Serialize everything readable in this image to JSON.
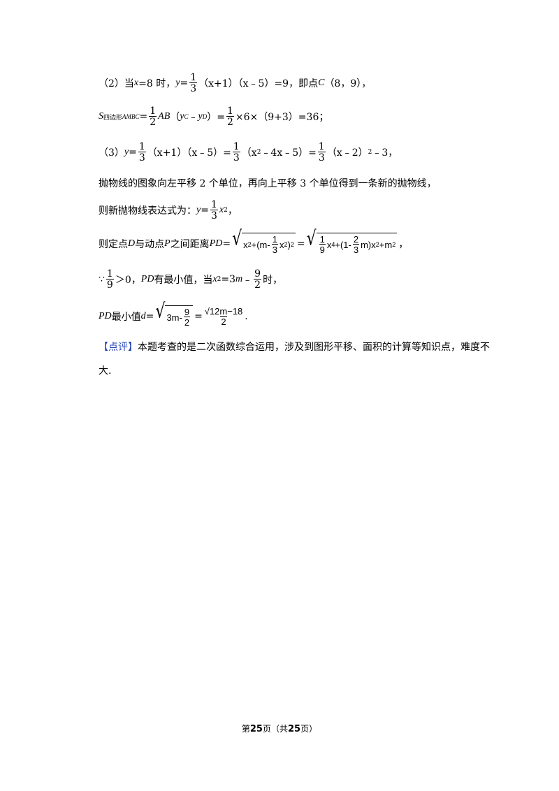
{
  "lines": {
    "l1": {
      "a": "（2）当",
      "x": "x",
      "b": "=8 时，",
      "y": "y",
      "eq": "=",
      "f_num": "1",
      "f_den": "3",
      "c": "（x+1）（x﹣5）=9，即点",
      "C": "C",
      "d": "（8，9），"
    },
    "l2": {
      "S": "S",
      "sub": "四边形",
      "sub2": "AMBC",
      "eq": "=",
      "f_num": "1",
      "f_den": "2",
      "AB": "AB",
      "c": "（",
      "yc": "y",
      "yc_sub": "C",
      "minus": "﹣",
      "yd": "y",
      "yd_sub": "D",
      "d": "）=",
      "f2_num": "1",
      "f2_den": "2",
      "e": "×6×（9+3）=36；"
    },
    "l3": {
      "a": "（3）",
      "y": "y",
      "eq": "=",
      "f1_num": "1",
      "f1_den": "3",
      "b": "（x+1）（x﹣5）=",
      "f2_num": "1",
      "f2_den": "3",
      "c": "（x",
      "c_sup": "2",
      "c2": "﹣4x﹣5）=",
      "f3_num": "1",
      "f3_den": "3",
      "d": "（x﹣2）",
      "d_sup": "2",
      "d2": "﹣3，"
    },
    "l4": {
      "text": "抛物线的图象向左平移 2 个单位，再向上平移 3 个单位得到一条新的抛物线，"
    },
    "l5": {
      "a": "则新抛物线表达式为：",
      "y": "y",
      "eq": "=",
      "f_num": "1",
      "f_den": "3",
      "x": "x",
      "sup": "2",
      "end": "，"
    },
    "l6": {
      "a": "则定点",
      "D": "D",
      "b": "与动点",
      "P": "P",
      "c": "之间距离",
      "PD": "PD",
      "eq": "=",
      "r1_a": "x",
      "r1_sup": "2",
      "r1_b": "+(m-",
      "r1_f_num": "1",
      "r1_f_den": "3",
      "r1_c": "x",
      "r1_sup2": "2",
      "r1_d": ")",
      "r1_sup3": "2",
      "eq2": "=",
      "r2_f_num": "1",
      "r2_f_den": "9",
      "r2_a": "x",
      "r2_sup": "4",
      "r2_b": "+(1-",
      "r2_f2_num": "2",
      "r2_f2_den": "3",
      "r2_c": "m)",
      "r2_d": "x",
      "r2_sup2": "2",
      "r2_e": "+m",
      "r2_sup3": "2",
      "end": "，"
    },
    "l7": {
      "a": "∵",
      "f_num": "1",
      "f_den": "9",
      "b": "＞0，",
      "PD": "PD",
      "c": "有最小值，当",
      "x": "x",
      "sup": "2",
      "d": "=3",
      "m": "m",
      "e": "﹣",
      "f2_num": "9",
      "f2_den": "2",
      "f": "时，"
    },
    "l8": {
      "PD": "PD",
      "a": "最小值",
      "d": "d",
      "eq": "=",
      "r_a": "3m-",
      "r_f_num": "9",
      "r_f_den": "2",
      "eq2": "=",
      "f_num": "√12m−18",
      "f_den": "2",
      "end": "."
    },
    "l9": {
      "label": "【点评】",
      "text": "本题考查的是二次函数综合运用，涉及到图形平移、面积的计算等知识点，难度不"
    },
    "l10": {
      "text": "大."
    }
  },
  "footer": {
    "a": "第",
    "page": "25",
    "b": "页（共",
    "total": "25",
    "c": "页）"
  }
}
